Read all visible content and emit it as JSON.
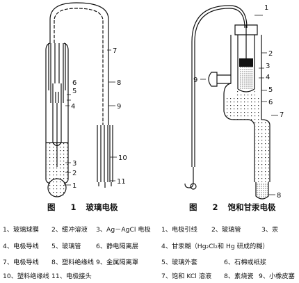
{
  "figure1": {
    "caption_prefix": "图",
    "caption_number": "1",
    "caption_title": "玻璃电极",
    "callouts": [
      "1",
      "2",
      "3",
      "4",
      "5",
      "6",
      "7",
      "8",
      "9",
      "10",
      "11"
    ],
    "legend": [
      "1、玻璃球膜",
      "2、缓冲溶液",
      "3、Ag－AgCl 电极",
      "4、电极导线",
      "5、玻璃管",
      "6、静电隔离层",
      "7、电极导线",
      "8、塑料绝缘线",
      "9、金属隔离罩",
      "10、塑料绝缘线",
      "11、电极接头"
    ]
  },
  "figure2": {
    "caption_prefix": "图",
    "caption_number": "2",
    "caption_title": "饱和甘汞电极",
    "callouts": [
      "1",
      "2",
      "3",
      "4",
      "5",
      "6",
      "7",
      "8",
      "9"
    ],
    "legend": [
      "1、电极引线",
      "2、玻璃管",
      "3、汞",
      "4、甘汞糊（Hg₂Cl₂和 Hg 研成的糊）",
      "5、玻璃外套",
      "6、石棉或纸浆",
      "7、饱和 KCl 溶液",
      "8、素烧瓷",
      "9、小橡皮塞"
    ]
  }
}
